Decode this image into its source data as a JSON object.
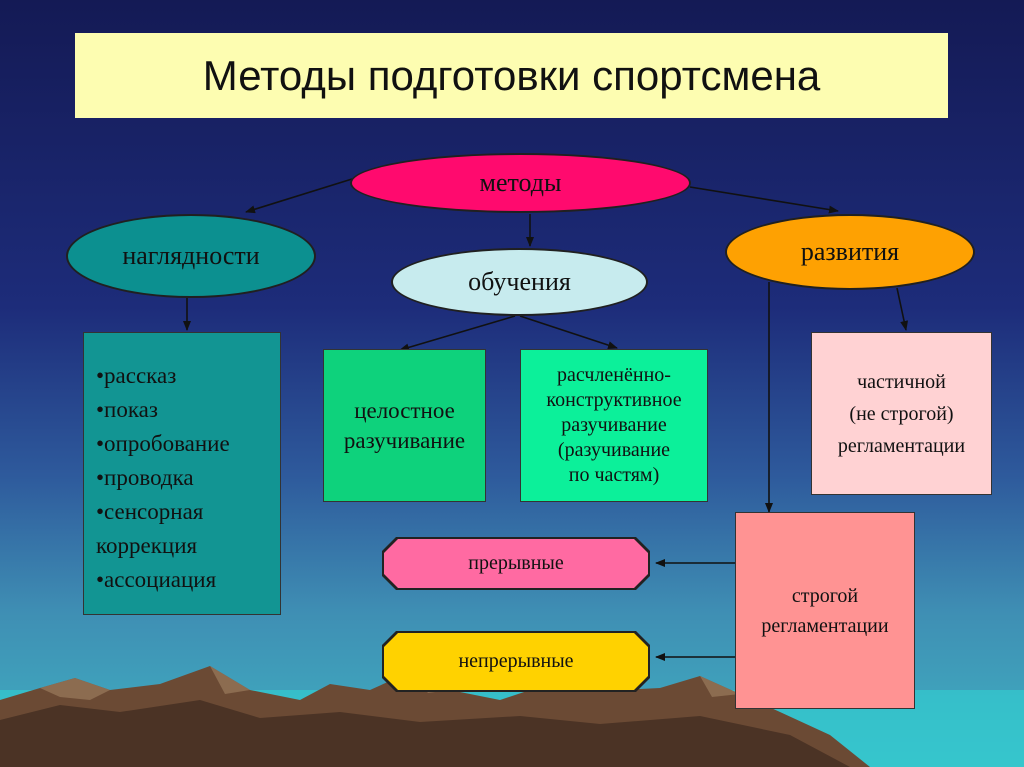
{
  "title": "Методы подготовки спортсмена",
  "root": "методы",
  "categories": {
    "visual": "наглядности",
    "teaching": "обучения",
    "development": "развития"
  },
  "visual_list": [
    "•рассказ",
    "•показ",
    "•опробование",
    "•проводка",
    "•сенсорная\nкоррекция",
    "•ассоциация"
  ],
  "teaching_items": {
    "whole": "целостное\nразучивание",
    "parts": "расчленённо-\nконструктивное\nразучивание\n(разучивание\nпо частям)"
  },
  "development_items": {
    "partial": "частичной\n(не строгой)\nрегламентации",
    "strict": "строгой\nрегламентации"
  },
  "strict_types": {
    "interval": "прерывные",
    "continuous": "непрерывные"
  },
  "colors": {
    "title_bg": "#fdfdb1",
    "root": "#ff0a6e",
    "visual": "#0c9090",
    "teaching": "#c7ebee",
    "development": "#fea102",
    "visual_list_bg": "#129593",
    "whole_bg": "#0ed27c",
    "parts_bg": "#0cf09a",
    "partial_bg": "#ffd2d3",
    "strict_bg": "#ff9393",
    "interval_bg": "#ff6aa2",
    "continuous_bg": "#ffd200"
  }
}
